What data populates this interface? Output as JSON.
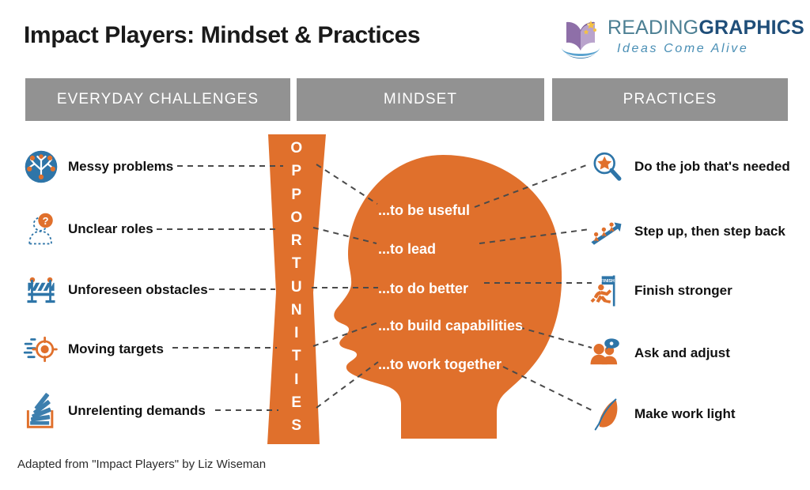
{
  "page": {
    "title": "Impact Players: Mindset & Practices",
    "footer_note": "Adapted from \"Impact Players\" by Liz Wiseman",
    "colors": {
      "orange": "#E0702C",
      "blue": "#2E75A8",
      "header_gray": "#929292",
      "connector_gray": "#4a4a4a",
      "title_black": "#1a1a1a"
    }
  },
  "logo": {
    "brand_part1": "READING",
    "brand_part2": "GRAPHICS",
    "tagline": "Ideas Come Alive",
    "mark_name": "open-book-with-stars-logo"
  },
  "columns": {
    "challenges_header": "EVERYDAY CHALLENGES",
    "mindset_header": "MINDSET",
    "practices_header": "PRACTICES"
  },
  "funnel": {
    "word": "OPPORTUNITIES",
    "letters": [
      "O",
      "P",
      "P",
      "O",
      "R",
      "T",
      "U",
      "N",
      "I",
      "T",
      "I",
      "E",
      "S"
    ]
  },
  "challenges": [
    {
      "label": "Messy problems",
      "icon": "tangled-network-icon"
    },
    {
      "label": "Unclear roles",
      "icon": "person-question-mark-icon"
    },
    {
      "label": "Unforeseen obstacles",
      "icon": "road-barrier-icon"
    },
    {
      "label": "Moving targets",
      "icon": "moving-target-icon"
    },
    {
      "label": "Unrelenting demands",
      "icon": "stacked-inbox-icon"
    }
  ],
  "mindset": [
    {
      "label": "...to be useful"
    },
    {
      "label": "...to lead"
    },
    {
      "label": "...to do better"
    },
    {
      "label": "...to build capabilities"
    },
    {
      "label": "...to work together"
    }
  ],
  "practices": [
    {
      "label": "Do the job that's needed",
      "icon": "magnifier-star-icon"
    },
    {
      "label": "Step up, then step back",
      "icon": "people-on-arrow-icon"
    },
    {
      "label": "Finish stronger",
      "icon": "runner-finish-flag-icon"
    },
    {
      "label": "Ask and adjust",
      "icon": "two-people-chat-icon"
    },
    {
      "label": "Make work light",
      "icon": "feather-icon"
    }
  ]
}
